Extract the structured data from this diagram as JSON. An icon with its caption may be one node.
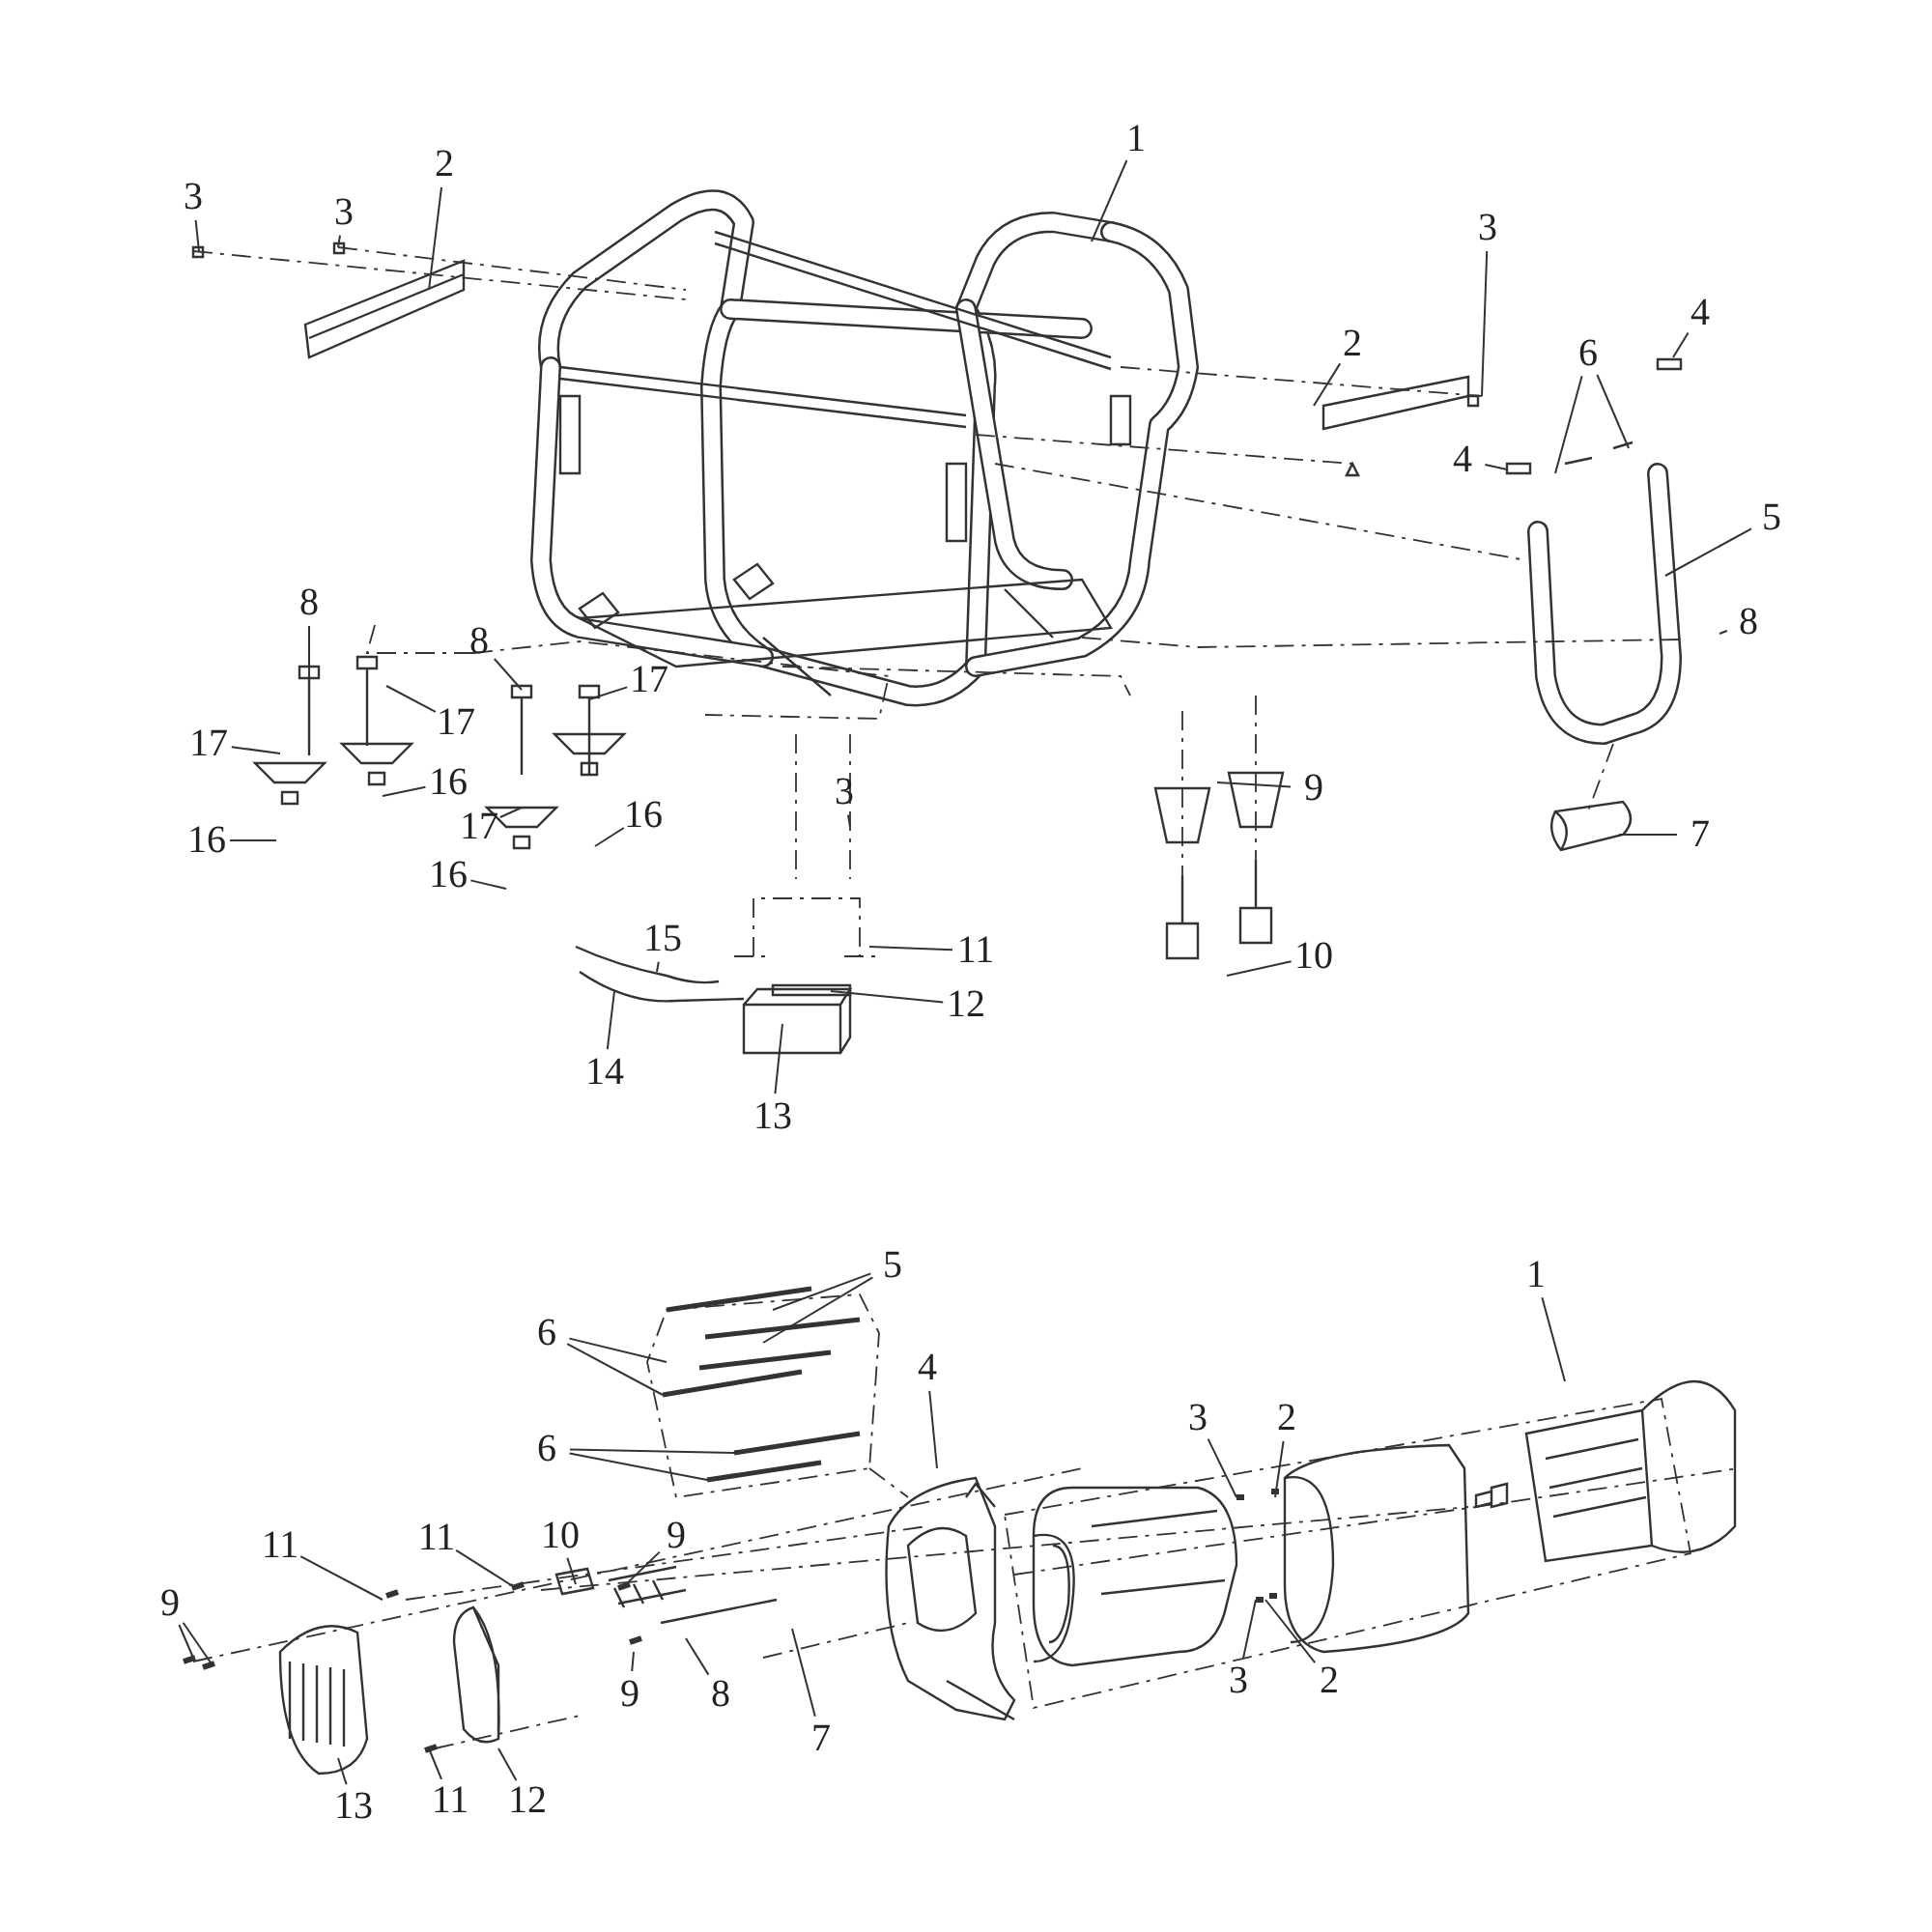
{
  "diagram": {
    "nodes": [
      {
        "text": [
          "1"
        ]
      },
      {
        "text": [
          "2"
        ]
      },
      {
        "text": [
          "3"
        ]
      },
      {
        "text": [
          "3"
        ]
      },
      {
        "text": [
          "3"
        ]
      },
      {
        "text": [
          "4"
        ]
      },
      {
        "text": [
          "2"
        ]
      },
      {
        "text": [
          "6"
        ]
      },
      {
        "text": [
          "4"
        ]
      },
      {
        "text": [
          "5"
        ]
      },
      {
        "text": [
          "8"
        ]
      },
      {
        "text": [
          "8"
        ]
      },
      {
        "text": [
          "8"
        ]
      },
      {
        "text": [
          "17"
        ]
      },
      {
        "text": [
          "17"
        ]
      },
      {
        "text": [
          "17"
        ]
      },
      {
        "text": [
          "16"
        ]
      },
      {
        "text": [
          "3"
        ]
      },
      {
        "text": [
          "9"
        ]
      },
      {
        "text": [
          "17"
        ]
      },
      {
        "text": [
          "16"
        ]
      },
      {
        "text": [
          "7"
        ]
      },
      {
        "text": [
          "16"
        ]
      },
      {
        "text": [
          "16"
        ]
      },
      {
        "text": [
          "11"
        ]
      },
      {
        "text": [
          "15"
        ]
      },
      {
        "text": [
          "10"
        ]
      },
      {
        "text": [
          "12"
        ]
      },
      {
        "text": [
          "14"
        ]
      },
      {
        "text": [
          "13"
        ]
      },
      {
        "text": [
          "5"
        ]
      },
      {
        "text": [
          "1"
        ]
      },
      {
        "text": [
          "6"
        ]
      },
      {
        "text": [
          "4"
        ]
      },
      {
        "text": [
          "3"
        ]
      },
      {
        "text": [
          "2"
        ]
      },
      {
        "text": [
          "6"
        ]
      },
      {
        "text": [
          "10"
        ]
      },
      {
        "text": [
          "11"
        ]
      },
      {
        "text": [
          "11"
        ]
      },
      {
        "text": [
          "9"
        ]
      },
      {
        "text": [
          "9"
        ]
      },
      {
        "text": [
          "3"
        ]
      },
      {
        "text": [
          "2"
        ]
      },
      {
        "text": [
          "9"
        ]
      },
      {
        "text": [
          "8"
        ]
      },
      {
        "text": [
          "7"
        ]
      },
      {
        "text": [
          "11"
        ]
      },
      {
        "text": [
          "12"
        ]
      },
      {
        "text": [
          "13"
        ]
      }
    ],
    "edges": [
      {
        "from": 0,
        "to": null,
        "arrow": "none"
      },
      {
        "from": 1,
        "to": null,
        "arrow": "none"
      },
      {
        "from": 2,
        "to": null,
        "arrow": "none"
      },
      {
        "from": 3,
        "to": null,
        "arrow": "none"
      },
      {
        "from": 4,
        "to": null,
        "arrow": "none"
      },
      {
        "from": 5,
        "to": null,
        "arrow": "none"
      },
      {
        "from": 6,
        "to": null,
        "arrow": "none"
      },
      {
        "from": 7,
        "to": null,
        "arrow": "none"
      },
      {
        "from": 7,
        "to": null,
        "arrow": "none"
      },
      {
        "from": 8,
        "to": null,
        "arrow": "none"
      },
      {
        "from": 9,
        "to": null,
        "arrow": "none"
      },
      {
        "from": 10,
        "to": null,
        "arrow": "none"
      },
      {
        "from": 11,
        "to": null,
        "arrow": "none"
      },
      {
        "from": 12,
        "to": null,
        "arrow": "none"
      },
      {
        "from": 13,
        "to": null,
        "arrow": "none"
      },
      {
        "from": 14,
        "to": null,
        "arrow": "none"
      },
      {
        "from": 15,
        "to": null,
        "arrow": "none"
      },
      {
        "from": 16,
        "to": null,
        "arrow": "none"
      },
      {
        "from": 17,
        "to": null,
        "arrow": "none"
      },
      {
        "from": 18,
        "to": null,
        "arrow": "none"
      },
      {
        "from": 19,
        "to": null,
        "arrow": "none"
      },
      {
        "from": 20,
        "to": null,
        "arrow": "none"
      },
      {
        "from": 21,
        "to": null,
        "arrow": "none"
      },
      {
        "from": 22,
        "to": null,
        "arrow": "none"
      },
      {
        "from": 23,
        "to": null,
        "arrow": "none"
      },
      {
        "from": 24,
        "to": null,
        "arrow": "none"
      },
      {
        "from": 25,
        "to": null,
        "arrow": "none"
      },
      {
        "from": 26,
        "to": null,
        "arrow": "none"
      },
      {
        "from": 27,
        "to": null,
        "arrow": "none"
      },
      {
        "from": 28,
        "to": null,
        "arrow": "none"
      },
      {
        "from": 29,
        "to": null,
        "arrow": "none"
      },
      {
        "from": 30,
        "to": null,
        "arrow": "none"
      },
      {
        "from": 30,
        "to": null,
        "arrow": "none"
      },
      {
        "from": 31,
        "to": null,
        "arrow": "none"
      },
      {
        "from": 32,
        "to": null,
        "arrow": "none"
      },
      {
        "from": 32,
        "to": null,
        "arrow": "none"
      },
      {
        "from": 33,
        "to": null,
        "arrow": "none"
      },
      {
        "from": 34,
        "to": null,
        "arrow": "none"
      },
      {
        "from": 35,
        "to": null,
        "arrow": "none"
      },
      {
        "from": 36,
        "to": null,
        "arrow": "none"
      },
      {
        "from": 36,
        "to": null,
        "arrow": "none"
      },
      {
        "from": 37,
        "to": null,
        "arrow": "none"
      },
      {
        "from": 38,
        "to": null,
        "arrow": "none"
      },
      {
        "from": 39,
        "to": null,
        "arrow": "none"
      },
      {
        "from": 40,
        "to": null,
        "arrow": "none"
      },
      {
        "from": 41,
        "to": null,
        "arrow": "none"
      },
      {
        "from": 41,
        "to": null,
        "arrow": "none"
      },
      {
        "from": 42,
        "to": null,
        "arrow": "none"
      },
      {
        "from": 43,
        "to": null,
        "arrow": "none"
      },
      {
        "from": 44,
        "to": null,
        "arrow": "none"
      },
      {
        "from": 45,
        "to": null,
        "arrow": "none"
      },
      {
        "from": 46,
        "to": null,
        "arrow": "none"
      },
      {
        "from": 47,
        "to": null,
        "arrow": "none"
      },
      {
        "from": 48,
        "to": null,
        "arrow": "none"
      },
      {
        "from": 49,
        "to": null,
        "arrow": "none"
      }
    ]
  }
}
